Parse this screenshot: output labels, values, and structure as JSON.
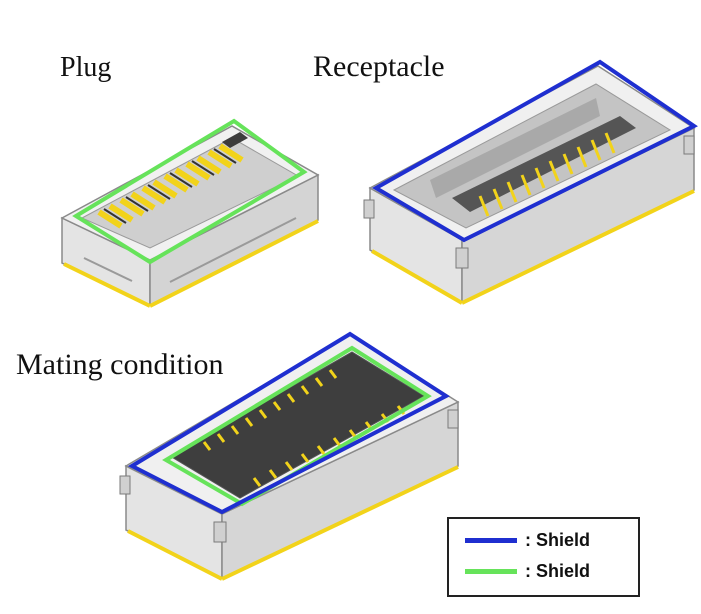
{
  "labels": {
    "plug": "Plug",
    "receptacle": "Receptacle",
    "mating": "Mating condition"
  },
  "legend": {
    "items": [
      {
        "text": ": Shield",
        "color": "#1f2fd0"
      },
      {
        "text": ": Shield",
        "color": "#66e35a"
      }
    ]
  },
  "colors": {
    "shield_blue": "#1f2fd0",
    "shield_green": "#66e35a",
    "housing": "#e9e9e9",
    "contact_yellow": "#f2d31a",
    "insulator_dark": "#3c3c3c"
  }
}
